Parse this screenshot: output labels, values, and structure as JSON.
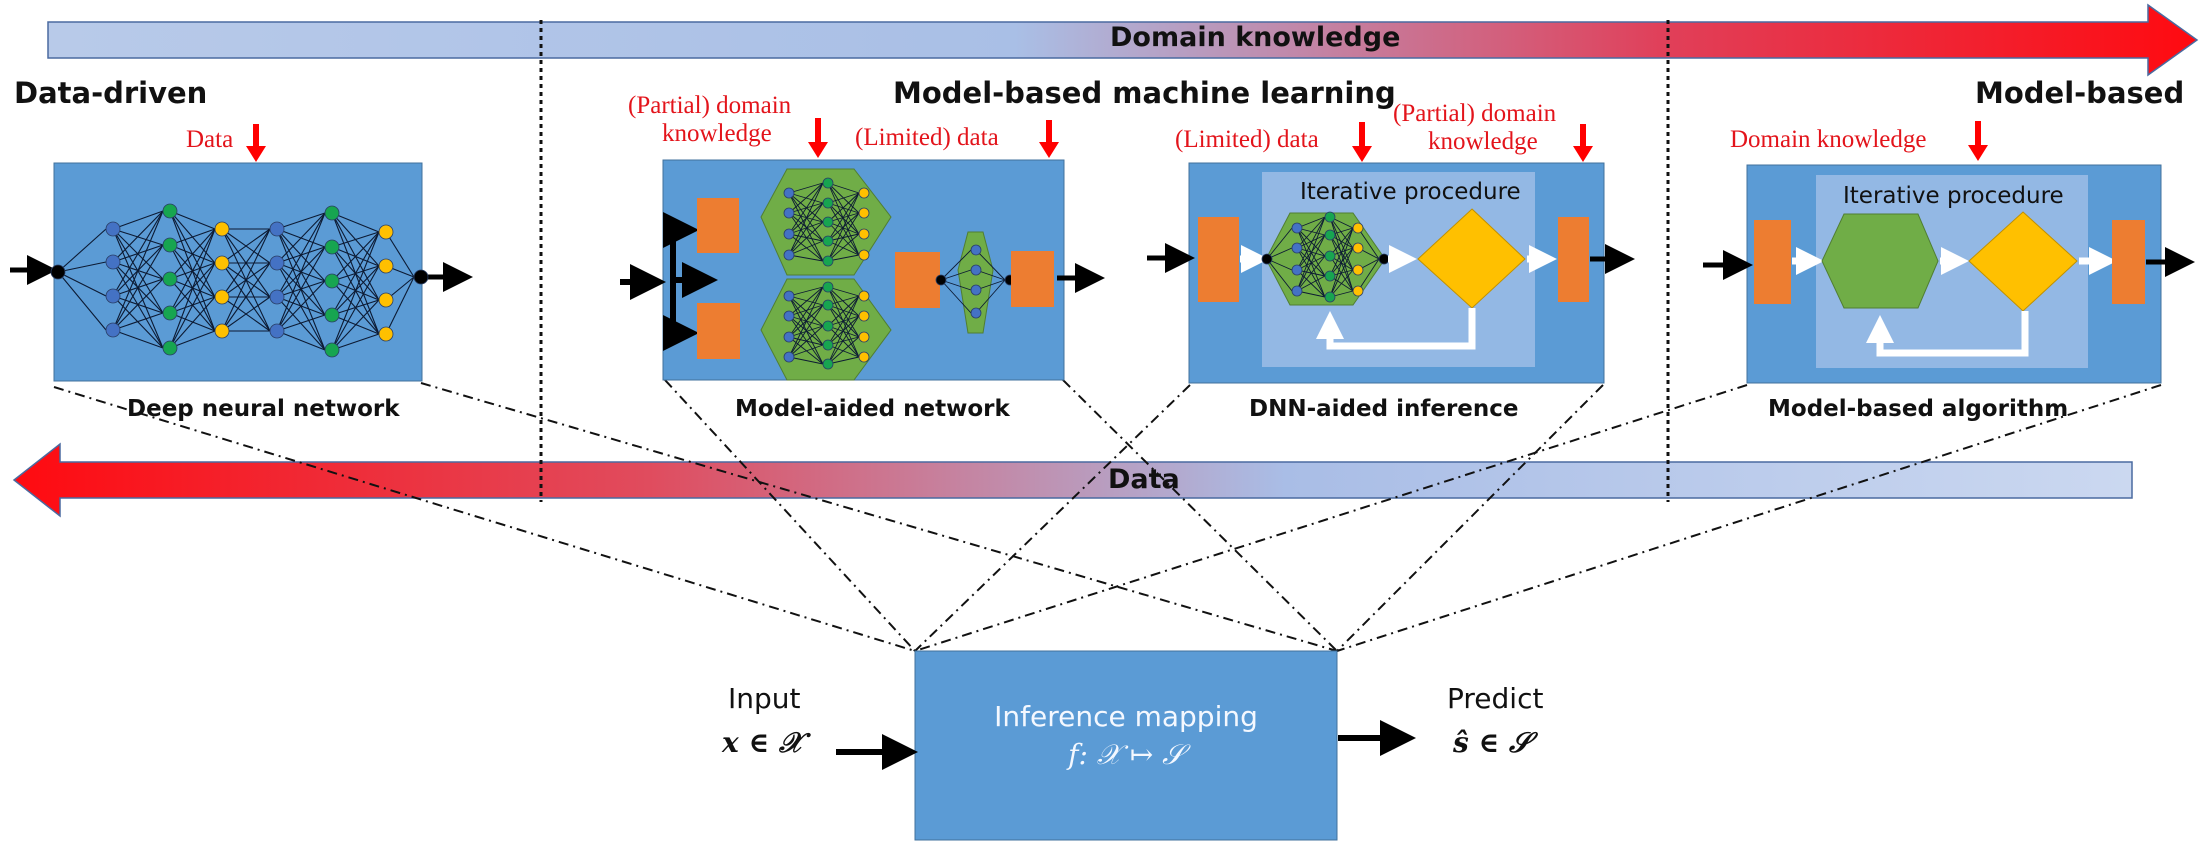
{
  "top_arrow": {
    "label": "Domain knowledge",
    "direction": "right",
    "gradient": [
      "#b4c7e7",
      "#ff0000"
    ]
  },
  "bottom_arrow": {
    "label": "Data",
    "direction": "left",
    "gradient": [
      "#ff0000",
      "#c5d3ee"
    ]
  },
  "sections": {
    "left_heading": "Data-driven",
    "middle_heading": "Model-based machine learning",
    "right_heading": "Model-based"
  },
  "panels": [
    {
      "id": "deep-neural-network",
      "caption": "Deep neural network",
      "inputs": [
        "Data"
      ]
    },
    {
      "id": "model-aided-network",
      "caption": "Model-aided network",
      "inputs": [
        "(Partial) domain knowledge",
        "(Limited) data"
      ]
    },
    {
      "id": "dnn-aided-inference",
      "caption": "DNN-aided inference",
      "inputs": [
        "(Limited) data",
        "(Partial) domain knowledge"
      ],
      "inner_label": "Iterative procedure"
    },
    {
      "id": "model-based-algorithm",
      "caption": "Model-based algorithm",
      "inputs": [
        "Domain knowledge"
      ],
      "inner_label": "Iterative procedure"
    }
  ],
  "labels": {
    "data": "Data",
    "partial_domain_line1": "(Partial) domain",
    "partial_domain_line2": "knowledge",
    "limited_data": "(Limited) data",
    "domain_knowledge": "Domain knowledge",
    "iterative_procedure": "Iterative procedure"
  },
  "inference": {
    "title": "Inference mapping",
    "formula": "f: 𝒳 ↦ 𝒮",
    "input_label": "Input",
    "input_formula": "𝒙 ∈ 𝒳",
    "output_label": "Predict",
    "output_formula": "ŝ ∈ 𝒮"
  },
  "colors": {
    "panel_blue": "#5b9bd5",
    "inner_light": "#9dbde6",
    "orange": "#ed7d31",
    "green": "#70ad47",
    "yellow": "#ffc000",
    "red": "#e3141b"
  }
}
